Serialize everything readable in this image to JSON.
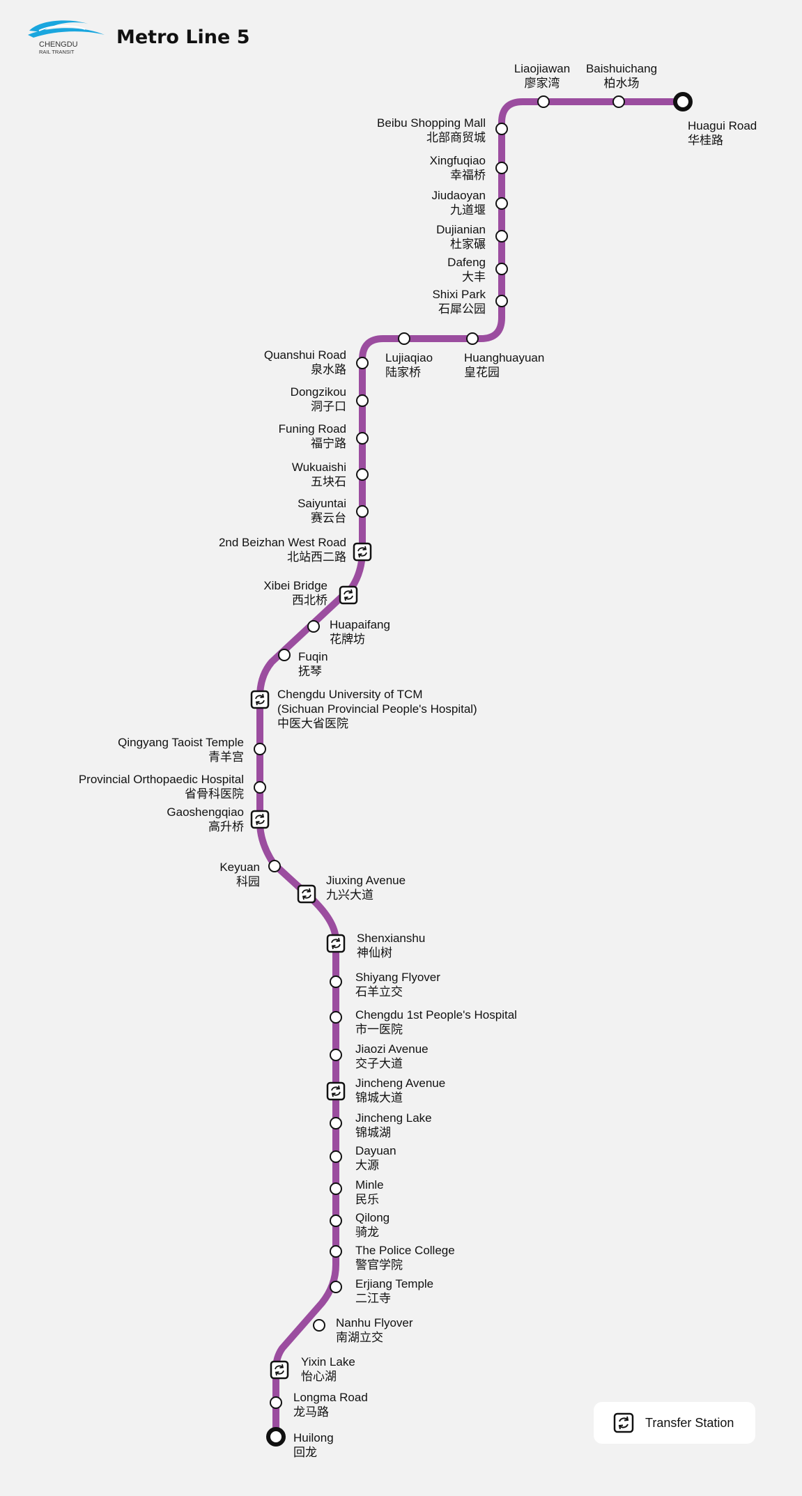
{
  "header": {
    "title": "Metro Line 5",
    "logo": {
      "line1": "CHENGDU",
      "line2": "RAIL TRANSIT",
      "color": "#1aa6de"
    }
  },
  "line": {
    "color": "#9b4d9f"
  },
  "legend": {
    "label": "Transfer Station",
    "icon": "transfer-icon"
  },
  "stations": [
    {
      "id": "huagui-road",
      "en": "Huagui Road",
      "zh": "华桂路",
      "type": "terminus"
    },
    {
      "id": "baishuichang",
      "en": "Baishuichang",
      "zh": "柏水场",
      "type": "station"
    },
    {
      "id": "liaojiawan",
      "en": "Liaojiawan",
      "zh": "廖家湾",
      "type": "station"
    },
    {
      "id": "beibu-shopping-mall",
      "en": "Beibu Shopping Mall",
      "zh": "北部商贸城",
      "type": "station"
    },
    {
      "id": "xingfuqiao",
      "en": "Xingfuqiao",
      "zh": "幸福桥",
      "type": "station"
    },
    {
      "id": "jiudaoyan",
      "en": "Jiudaoyan",
      "zh": "九道堰",
      "type": "station"
    },
    {
      "id": "dujianian",
      "en": "Dujianian",
      "zh": "杜家碾",
      "type": "station"
    },
    {
      "id": "dafeng",
      "en": "Dafeng",
      "zh": "大丰",
      "type": "station"
    },
    {
      "id": "shixi-park",
      "en": "Shixi Park",
      "zh": "石犀公园",
      "type": "station"
    },
    {
      "id": "huanghuayuan",
      "en": "Huanghuayuan",
      "zh": "皇花园",
      "type": "station"
    },
    {
      "id": "lujiaqiao",
      "en": "Lujiaqiao",
      "zh": "陆家桥",
      "type": "station"
    },
    {
      "id": "quanshui-road",
      "en": "Quanshui Road",
      "zh": "泉水路",
      "type": "station"
    },
    {
      "id": "dongzikou",
      "en": "Dongzikou",
      "zh": "洞子口",
      "type": "station"
    },
    {
      "id": "funing-road",
      "en": "Funing Road",
      "zh": "福宁路",
      "type": "station"
    },
    {
      "id": "wukuaishi",
      "en": "Wukuaishi",
      "zh": "五块石",
      "type": "station"
    },
    {
      "id": "saiyuntai",
      "en": "Saiyuntai",
      "zh": "赛云台",
      "type": "station"
    },
    {
      "id": "2nd-beizhan-west-road",
      "en": "2nd Beizhan West Road",
      "zh": "北站西二路",
      "type": "transfer"
    },
    {
      "id": "xibei-bridge",
      "en": "Xibei Bridge",
      "zh": "西北桥",
      "type": "transfer"
    },
    {
      "id": "huapaifang",
      "en": "Huapaifang",
      "zh": "花牌坊",
      "type": "station"
    },
    {
      "id": "fuqin",
      "en": "Fuqin",
      "zh": "抚琴",
      "type": "station"
    },
    {
      "id": "chengdu-university-tcm",
      "en": "Chengdu University of TCM",
      "en2": "(Sichuan Provincial People's Hospital)",
      "zh": "中医大省医院",
      "type": "transfer"
    },
    {
      "id": "qingyang-taoist-temple",
      "en": "Qingyang Taoist Temple",
      "zh": "青羊宫",
      "type": "station"
    },
    {
      "id": "provincial-orthopaedic-hospital",
      "en": "Provincial Orthopaedic Hospital",
      "zh": "省骨科医院",
      "type": "station"
    },
    {
      "id": "gaoshengqiao",
      "en": "Gaoshengqiao",
      "zh": "高升桥",
      "type": "transfer"
    },
    {
      "id": "keyuan",
      "en": "Keyuan",
      "zh": "科园",
      "type": "station"
    },
    {
      "id": "jiuxing-avenue",
      "en": "Jiuxing Avenue",
      "zh": "九兴大道",
      "type": "transfer"
    },
    {
      "id": "shenxianshu",
      "en": "Shenxianshu",
      "zh": "神仙树",
      "type": "transfer"
    },
    {
      "id": "shiyang-flyover",
      "en": "Shiyang Flyover",
      "zh": "石羊立交",
      "type": "station"
    },
    {
      "id": "chengdu-1st-peoples-hospital",
      "en": "Chengdu 1st People's Hospital",
      "zh": "市一医院",
      "type": "station"
    },
    {
      "id": "jiaozi-avenue",
      "en": "Jiaozi Avenue",
      "zh": "交子大道",
      "type": "station"
    },
    {
      "id": "jincheng-avenue",
      "en": "Jincheng Avenue",
      "zh": "锦城大道",
      "type": "transfer"
    },
    {
      "id": "jincheng-lake",
      "en": "Jincheng Lake",
      "zh": "锦城湖",
      "type": "station"
    },
    {
      "id": "dayuan",
      "en": "Dayuan",
      "zh": "大源",
      "type": "station"
    },
    {
      "id": "minle",
      "en": "Minle",
      "zh": "民乐",
      "type": "station"
    },
    {
      "id": "qilong",
      "en": "Qilong",
      "zh": "骑龙",
      "type": "station"
    },
    {
      "id": "the-police-college",
      "en": "The Police College",
      "zh": "警官学院",
      "type": "station"
    },
    {
      "id": "erjiang-temple",
      "en": "Erjiang Temple",
      "zh": "二江寺",
      "type": "station"
    },
    {
      "id": "nanhu-flyover",
      "en": "Nanhu Flyover",
      "zh": "南湖立交",
      "type": "station"
    },
    {
      "id": "yixin-lake",
      "en": "Yixin Lake",
      "zh": "怡心湖",
      "type": "transfer"
    },
    {
      "id": "longma-road",
      "en": "Longma Road",
      "zh": "龙马路",
      "type": "station"
    },
    {
      "id": "huilong",
      "en": "Huilong",
      "zh": "回龙",
      "type": "terminus"
    }
  ]
}
